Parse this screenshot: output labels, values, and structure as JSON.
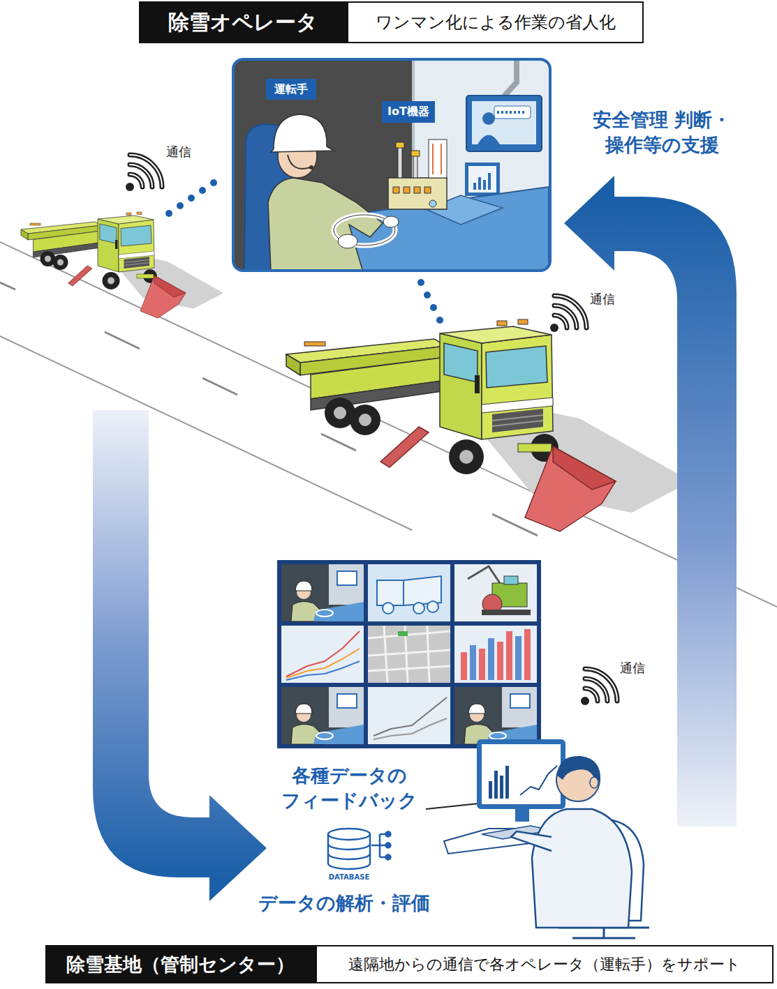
{
  "diagram": {
    "nodes": [
      {
        "text": [
          "除雪オペレータ"
        ]
      },
      {
        "text": [
          "ワンマン化による作業の省人化"
        ]
      },
      {
        "text": [
          "運転手"
        ]
      },
      {
        "text": [
          "IoT機器"
        ]
      },
      {
        "text": [
          "除雪基地（管制センター）"
        ]
      },
      {
        "text": [
          "遠隔地からの通信で各オペレータ（運転手）をサポート"
        ]
      }
    ],
    "labels": [
      "通信",
      "安全管理 判断・操作等の支援",
      "通信",
      "通信",
      "各種データの フィードバック",
      "DATABASE",
      "データの解析・評価"
    ]
  }
}
